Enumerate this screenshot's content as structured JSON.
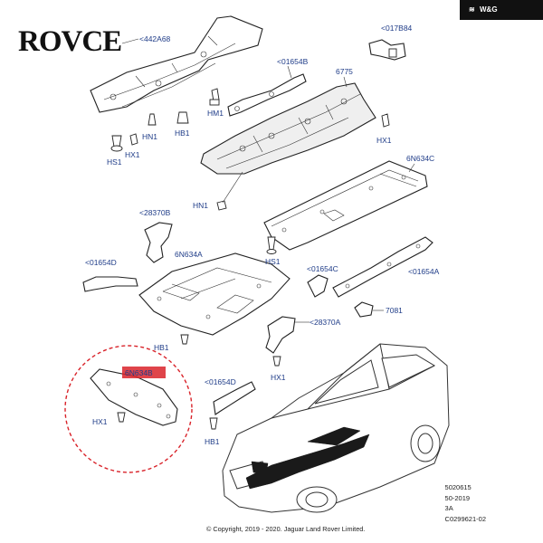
{
  "brand": {
    "logo_text": "ROVCE"
  },
  "badge": {
    "icon": "wifi-icon",
    "text": "W&G"
  },
  "labels": {
    "p442A68": "<442A68",
    "p017B84": "<017B84",
    "p01654B": "<01654B",
    "p6775": "6775",
    "hm1": "HM1",
    "hn1_a": "HN1",
    "hb1_a": "HB1",
    "hx1_a": "HX1",
    "hs1_a": "HS1",
    "hx1_b": "HX1",
    "p6N634C": "6N634C",
    "hn1_b": "HN1",
    "p28370B": "<28370B",
    "p01654D": "<01654D",
    "p6N634A": "6N634A",
    "hs1_b": "HS1",
    "p01654C": "<01654C",
    "p01654A": "<01654A",
    "p7081": "7081",
    "p28370A": "<28370A",
    "hb1_b": "HB1",
    "hx1_c": "HX1",
    "p6N634B": "6N634B",
    "hx1_d": "HX1",
    "p01654D_2": "<01654D",
    "hb1_c": "HB1"
  },
  "info": {
    "line1": "5020615",
    "line2": "50-2019",
    "line3": "3A",
    "line4": "C0299621-02"
  },
  "copyright": "© Copyright, 2019 - 2020. Jaguar Land Rover Limited.",
  "colors": {
    "label": "#1f3c88",
    "highlight": "#d9232a",
    "brand": "#d9232a"
  }
}
